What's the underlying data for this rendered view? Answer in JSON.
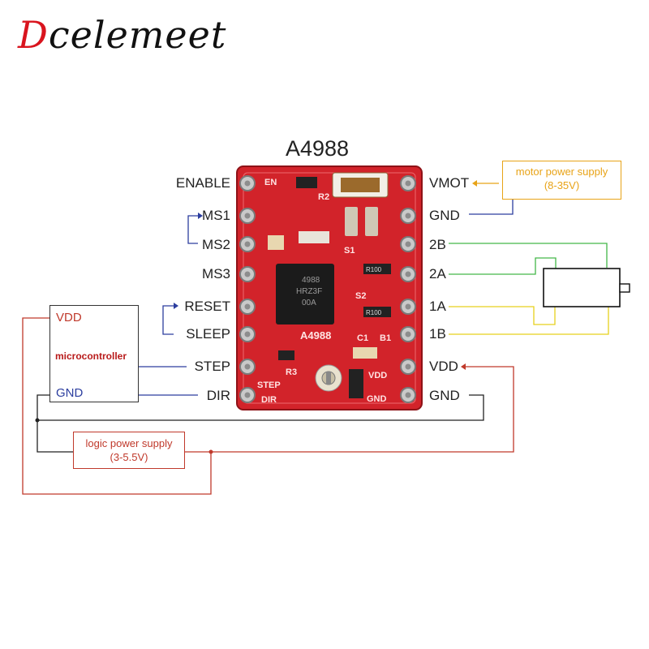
{
  "brand": {
    "first": "D",
    "rest": "celemeet"
  },
  "diagram": {
    "title": "A4988",
    "left_pins": [
      "ENABLE",
      "MS1",
      "MS2",
      "MS3",
      "RESET",
      "SLEEP",
      "STEP",
      "DIR"
    ],
    "right_pins": [
      "VMOT",
      "GND",
      "2B",
      "2A",
      "1A",
      "1B",
      "VDD",
      "GND"
    ],
    "motor_power": {
      "label": "motor power supply",
      "range": "(8-35V)"
    },
    "logic_power": {
      "label": "logic power supply",
      "range": "(3-5.5V)"
    },
    "microcontroller": {
      "vdd": "VDD",
      "name": "microcontroller",
      "gnd": "GND"
    },
    "board": {
      "chip_marking": [
        "4988",
        "HRZ3F",
        "00A"
      ],
      "silkscreen": [
        "EN",
        "R2",
        "S1",
        "R3",
        "S2",
        "C1",
        "B1",
        "A4988",
        "STEP",
        "DIR",
        "VDD",
        "GND",
        "R100",
        "R100"
      ]
    },
    "colors": {
      "board": "#d2232a",
      "coil_b": "#43b649",
      "coil_a": "#e6d11c",
      "logic_wire": "#c0392b",
      "ground_wire": "#222222",
      "signal_wire": "#2c3e9f",
      "motor_supply": "#e8a317"
    }
  }
}
